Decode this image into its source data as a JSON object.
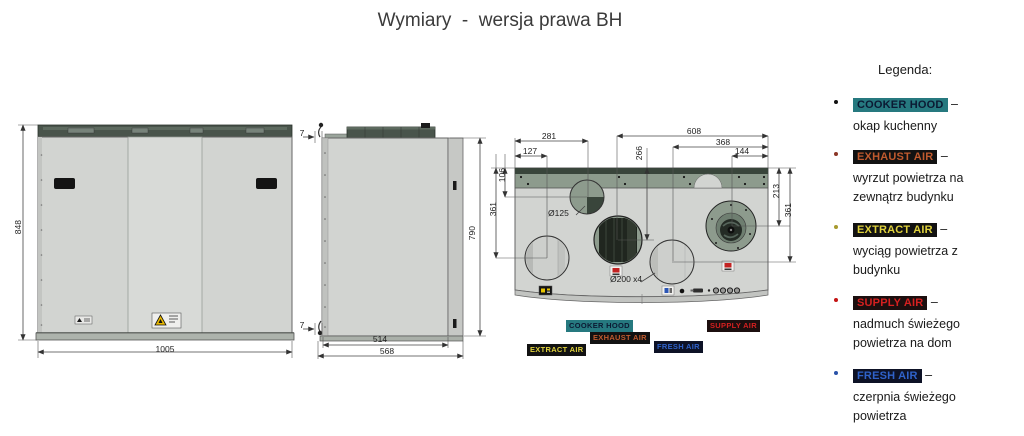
{
  "title": "Wymiary  -  wersja prawa BH",
  "legend": {
    "heading": "Legenda:",
    "dash": " –",
    "items": [
      {
        "tag": "COOKER HOOD",
        "desc": "okap kuchenny"
      },
      {
        "tag": "EXHAUST AIR",
        "desc": "wyrzut powietrza na zewnątrz budynku"
      },
      {
        "tag": "EXTRACT AIR",
        "desc": "wyciąg powietrza z budynku"
      },
      {
        "tag": "SUPPLY AIR",
        "desc": "nadmuch świeżego powietrza na dom"
      },
      {
        "tag": "FRESH AIR",
        "desc": "czerpnia świeżego powietrza"
      }
    ]
  },
  "front_view": {
    "height": "848",
    "width": "1005"
  },
  "side_view": {
    "top_offset": "7",
    "bottom_offset": "7",
    "height": "790",
    "depth_door": "514",
    "depth_total": "568"
  },
  "top_view": {
    "dims": {
      "left_group": "281",
      "left_port": "127",
      "right_span": "608",
      "right_group": "368",
      "fan_offset": "144",
      "center_depth": "266",
      "small_port_depth": "106",
      "left_depth": "361",
      "fan_depth": "213",
      "right_depth": "361"
    },
    "ports": {
      "small": "Ø125",
      "large": "Ø200 x4"
    },
    "duct_labels": {
      "cooker_hood": "COOKER HOOD",
      "exhaust_air": "EXHAUST AIR",
      "extract_air": "EXTRACT AIR",
      "supply_air": "SUPPLY AIR",
      "fresh_air": "FRESH AIR"
    }
  },
  "colors": {
    "cooker_hood_bg": "#26797f",
    "exhaust_air_text": "#c05a2e",
    "extract_air_text": "#e0d23c",
    "supply_air_text": "#d42020",
    "fresh_air_text": "#2f62c9",
    "label_bg_dark": "#121212",
    "cabinet_body": "#d2d4d1",
    "cabinet_top_strip": "#49544b",
    "top_view_strip": "#8d9b8d"
  }
}
